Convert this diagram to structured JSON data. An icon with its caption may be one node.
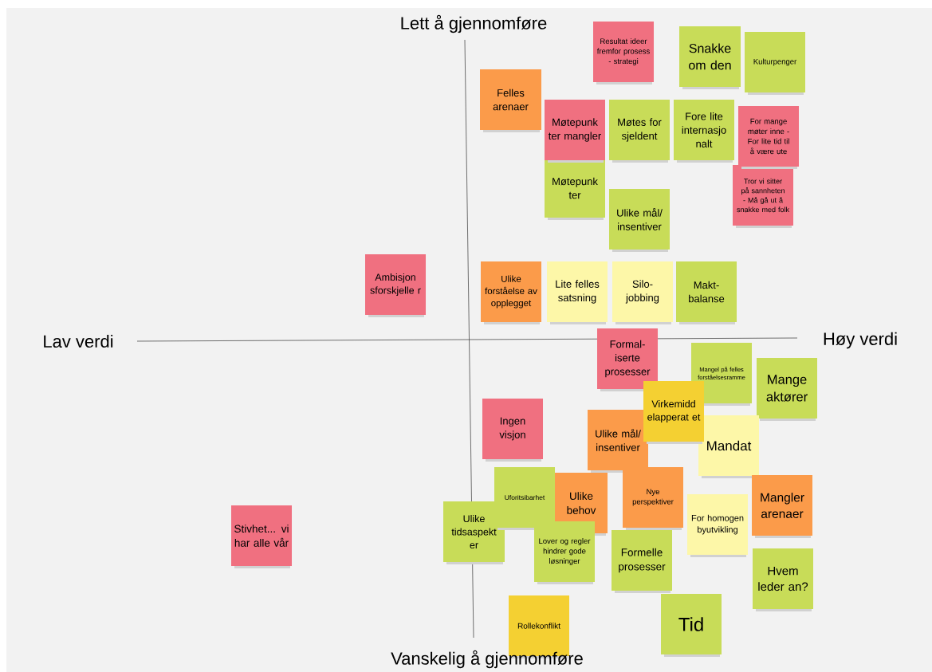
{
  "diagram": {
    "nodes": [
      {
        "text": [
          "Resultat ideer fremfor prosess - strategi"
        ]
      },
      {
        "text": [
          "Snakke om den"
        ]
      },
      {
        "text": [
          "Kulturpenger"
        ]
      },
      {
        "text": [
          "Felles arenaer"
        ]
      },
      {
        "text": [
          "Møtepunk ter mangler"
        ]
      },
      {
        "text": [
          "Møtes for sjeldent"
        ]
      },
      {
        "text": [
          "Fore lite internasjo nalt"
        ]
      },
      {
        "text": [
          "For mange møter inne - For lite tid til å være ute"
        ]
      },
      {
        "text": [
          "Møtepunk ter"
        ]
      },
      {
        "text": [
          "Tror vi sitter på sannheten - Må gå ut å snakke med folk"
        ]
      },
      {
        "text": [
          "Ulike mål/ insentiver"
        ]
      },
      {
        "text": [
          "Ambisjon sforskjelle r"
        ]
      },
      {
        "text": [
          "Ulike forståelse av opplegget"
        ]
      },
      {
        "text": [
          "Lite felles satsning"
        ]
      },
      {
        "text": [
          "Silo- jobbing"
        ]
      },
      {
        "text": [
          "Makt- balanse"
        ]
      },
      {
        "text": [
          "Formal- iserte prosesser"
        ]
      },
      {
        "text": [
          "Mangel på felles forståelsesramme"
        ]
      },
      {
        "text": [
          "Mange aktører"
        ]
      },
      {
        "text": [
          "Virkemidd elapperat et"
        ]
      },
      {
        "text": [
          "Ingen visjon"
        ]
      },
      {
        "text": [
          "Ulike mål/ insentiver"
        ]
      },
      {
        "text": [
          "Mandat"
        ]
      },
      {
        "text": [
          "Uforitsibarhet"
        ]
      },
      {
        "text": [
          "Ulike behov"
        ]
      },
      {
        "text": [
          "Nye perspektiver"
        ]
      },
      {
        "text": [
          "Mangler arenaer"
        ]
      },
      {
        "text": [
          "Ulike tidsaspekt er"
        ]
      },
      {
        "text": [
          "For homogen byutvikling"
        ]
      },
      {
        "text": [
          "Lover og regler hindrer gode løsninger"
        ]
      },
      {
        "text": [
          "Stivhet... vi har alle vår"
        ]
      },
      {
        "text": [
          "Formelle prosesser"
        ]
      },
      {
        "text": [
          "Hvem leder an?"
        ]
      },
      {
        "text": [
          "Rollekonflikt"
        ]
      },
      {
        "text": [
          "Tid"
        ]
      }
    ],
    "labels": [
      "Lett å gjennomføre",
      "Lav verdi",
      "Høy verdi",
      "Vanskelig å gjennomføre"
    ]
  }
}
